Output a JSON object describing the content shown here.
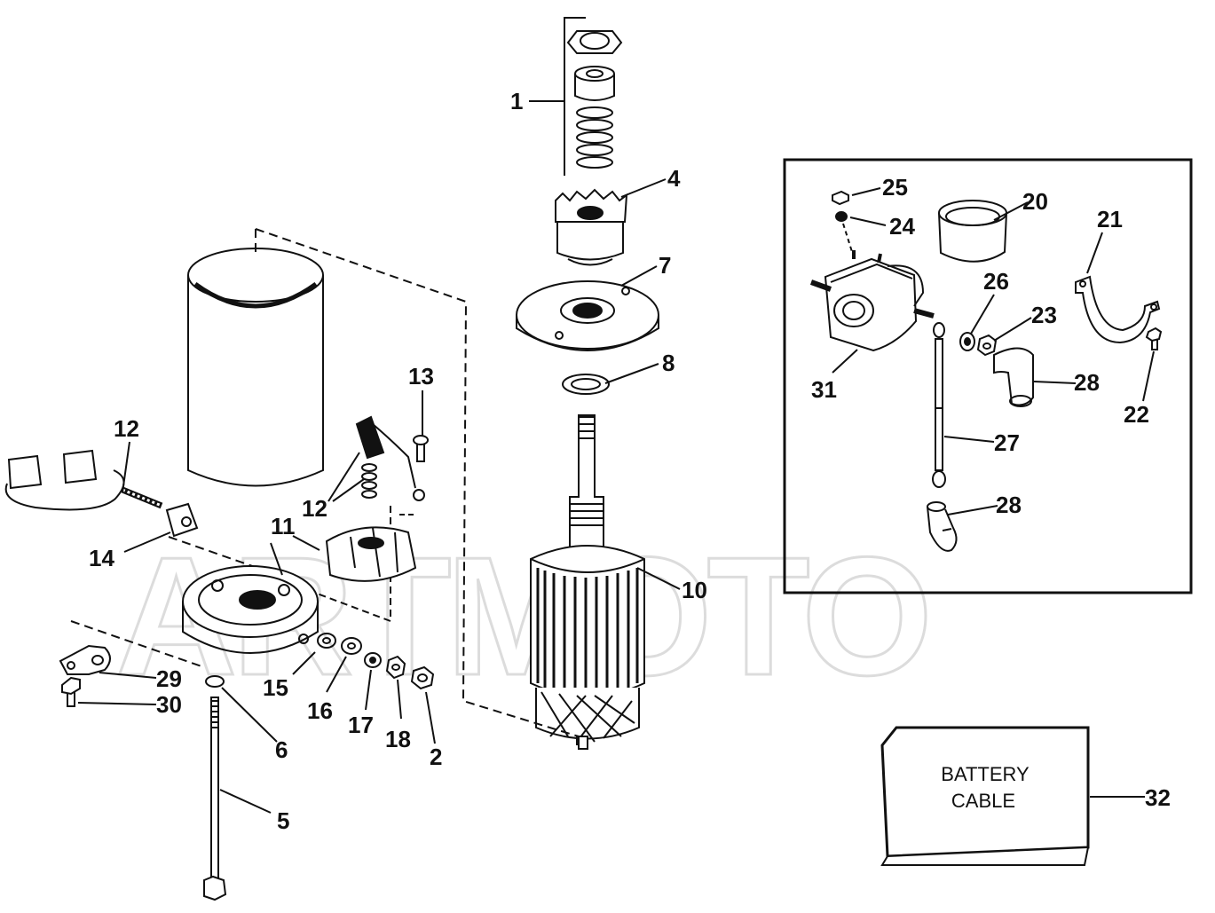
{
  "diagram": {
    "labels": [
      "1",
      "4",
      "7",
      "8",
      "10",
      "13",
      "12",
      "12",
      "11",
      "14",
      "15",
      "16",
      "17",
      "18",
      "2",
      "29",
      "30",
      "6",
      "5",
      "25",
      "24",
      "20",
      "21",
      "26",
      "23",
      "28",
      "31",
      "27",
      "22",
      "28",
      "32"
    ],
    "battery_box": {
      "line1": "BATTERY",
      "line2": "CABLE"
    },
    "watermark": "ARTMOTO",
    "colors": {
      "ink": "#111111",
      "watermark": "#d9d9d9",
      "background": "#ffffff"
    }
  }
}
